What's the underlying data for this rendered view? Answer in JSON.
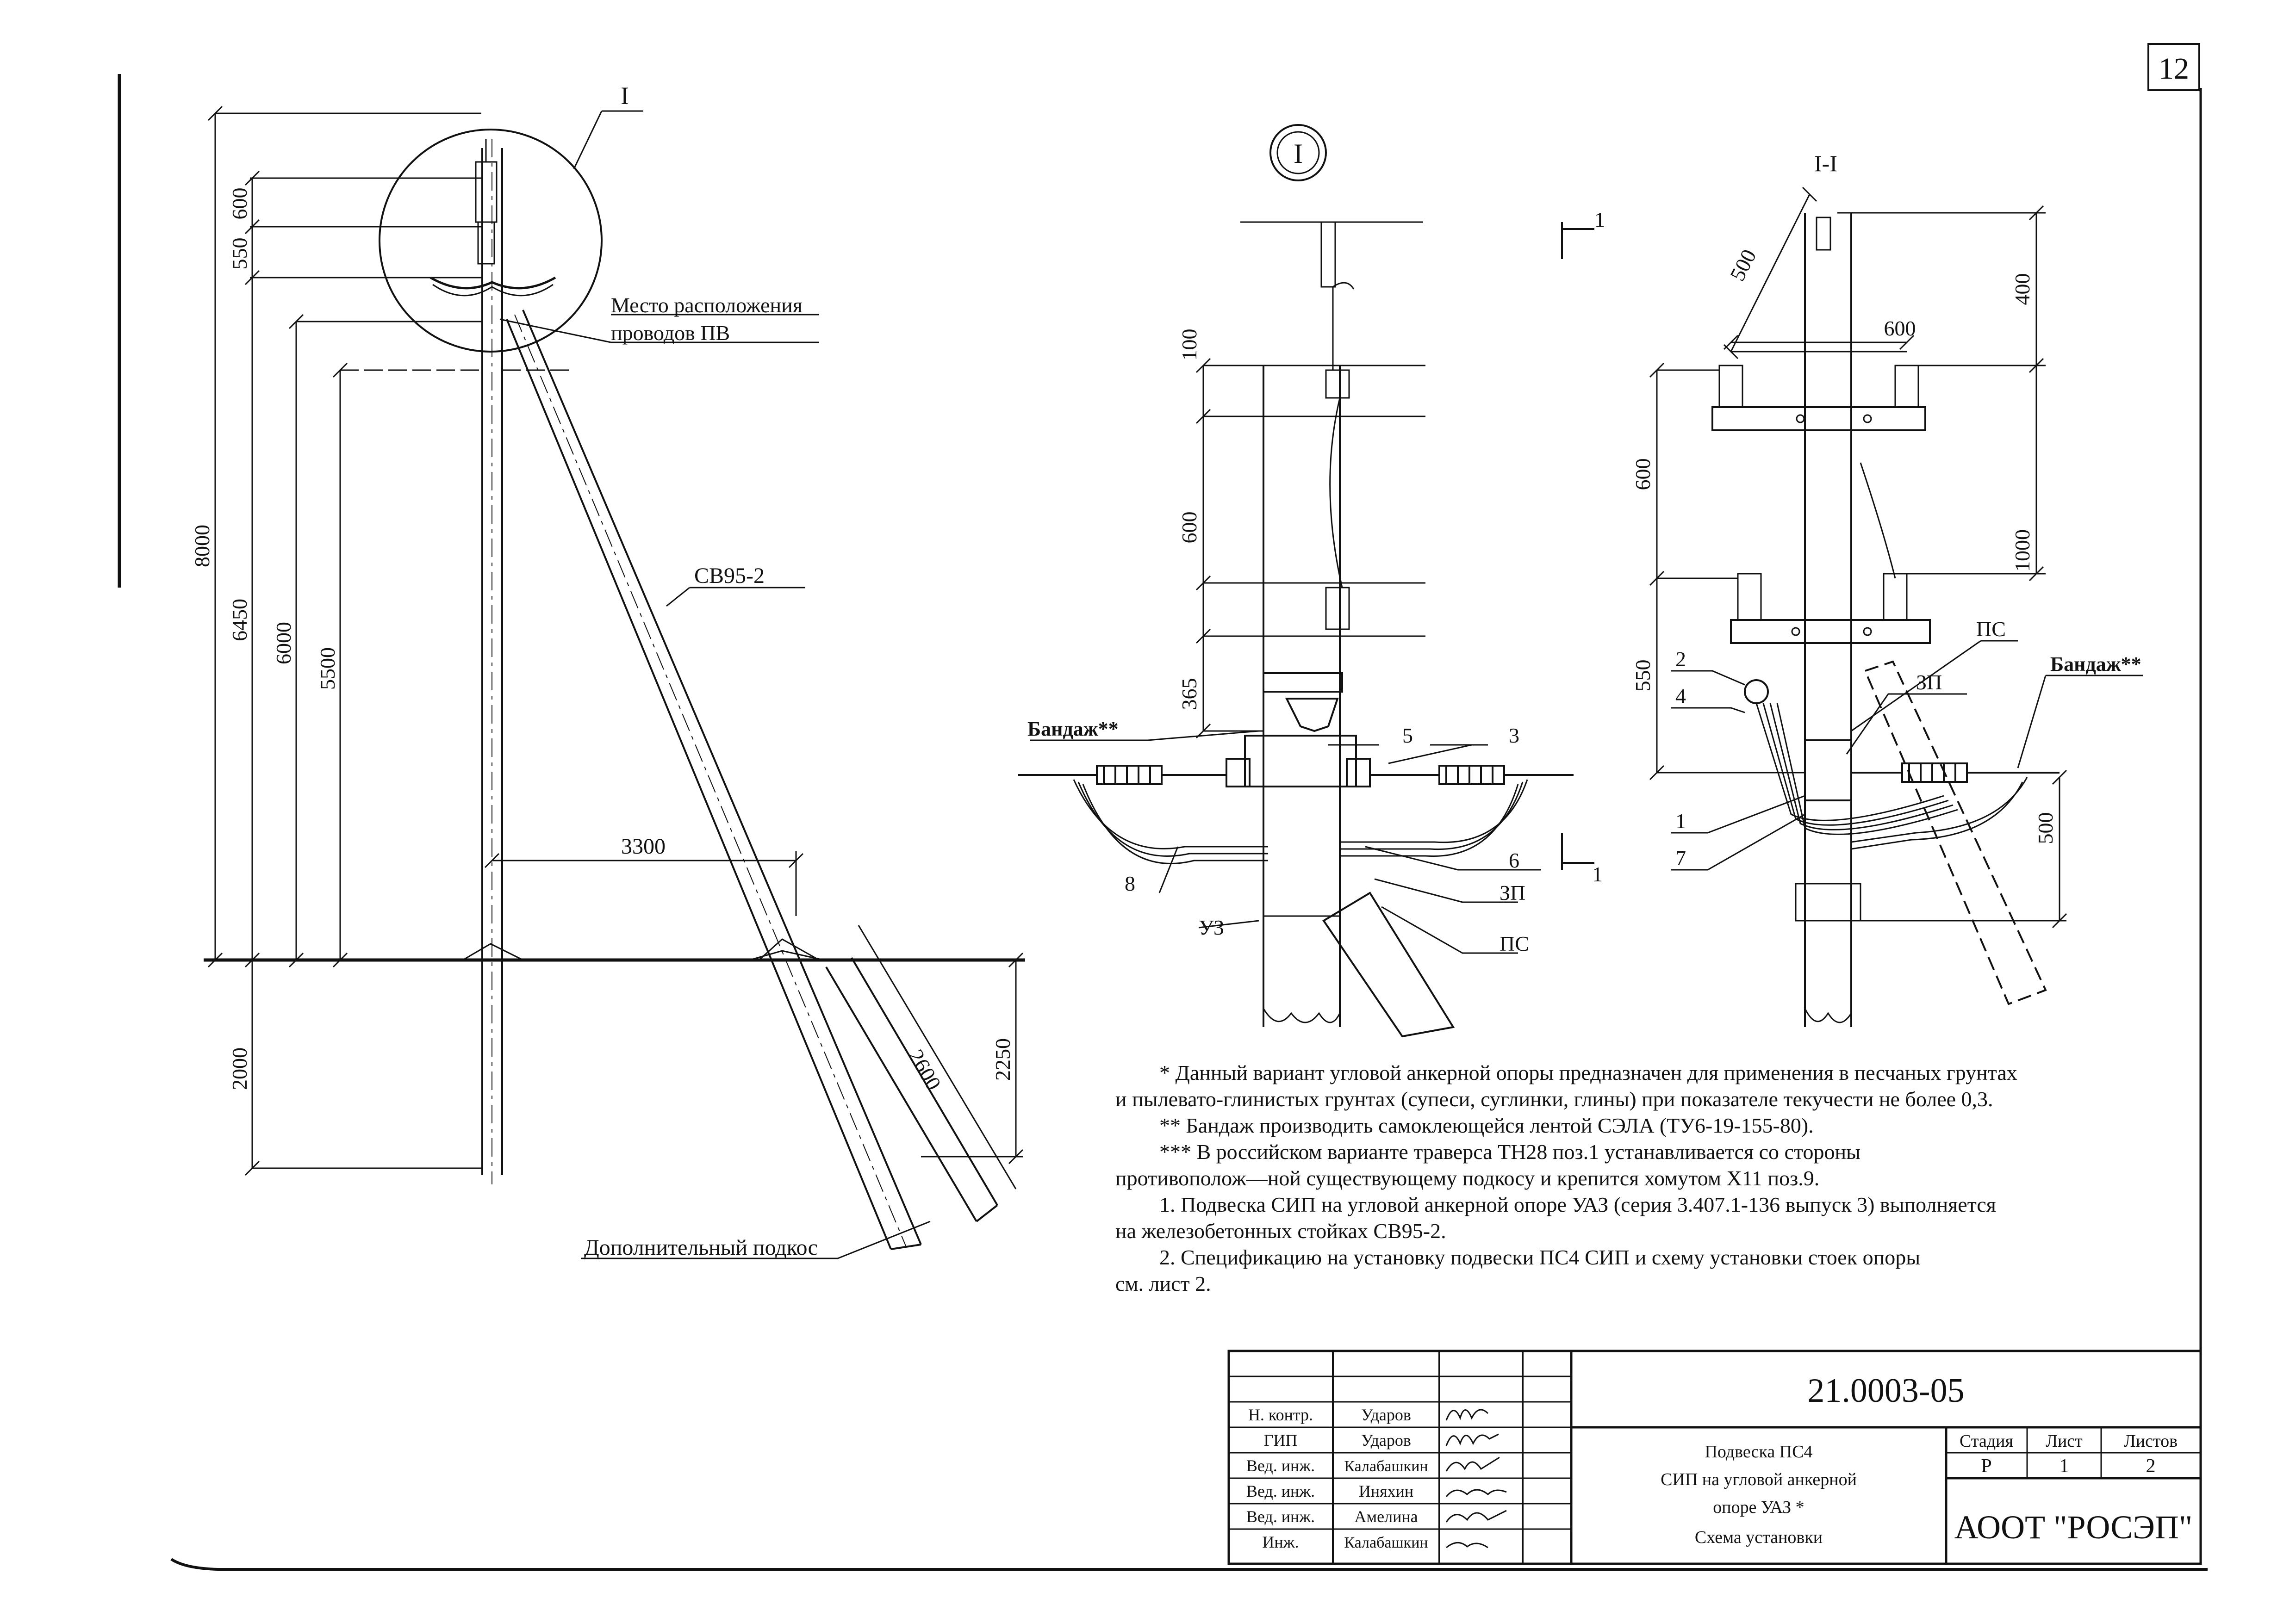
{
  "sheet": {
    "number": "12"
  },
  "left_view": {
    "detail_label": "I",
    "pole_label": "СВ95-2",
    "wire_location_label_1": "Место расположения",
    "wire_location_label_2": "проводов ПВ",
    "strut_label": "Дополнительный подкос",
    "dims": {
      "d600": "600",
      "d550": "550",
      "d8000": "8000",
      "d6450": "6450",
      "d6000": "6000",
      "d5500": "5500",
      "d3300": "3300",
      "d2000": "2000",
      "d2600": "2600",
      "d2250": "2250"
    }
  },
  "detail_view": {
    "label": "I",
    "section_mark": "1",
    "bandage": "Бандаж**",
    "dims": {
      "d100": "100",
      "d600": "600",
      "d365": "365"
    },
    "positions": {
      "p5": "5",
      "p3": "3",
      "p6": "6",
      "p8": "8"
    },
    "codes": {
      "zp": "ЗП",
      "ps": "ПС",
      "uz": "УЗ"
    }
  },
  "section_view": {
    "label": "I-I",
    "bandage": "Бандаж**",
    "dims": {
      "d500a": "500",
      "d400": "400",
      "d600h": "600",
      "d600v": "600",
      "d1000": "1000",
      "d550": "550",
      "d500b": "500"
    },
    "positions": {
      "p2": "2",
      "p4": "4",
      "p1": "1",
      "p7": "7"
    },
    "codes": {
      "ps": "ПС",
      "zp": "ЗП"
    }
  },
  "notes": [
    {
      "text": "* Данный вариант угловой анкерной опоры предназначен для применения в песчаных грунтах",
      "indent": true
    },
    {
      "text": "и пылевато-глинистых грунтах (супеси, суглинки, глины) при показателе текучести не более 0,3.",
      "indent": false
    },
    {
      "text": "** Бандаж производить самоклеющейся лентой СЭЛА (ТУ6-19-155-80).",
      "indent": true
    },
    {
      "text": "*** В российском варианте траверса ТН28 поз.1 устанавливается со стороны",
      "indent": true
    },
    {
      "text": "противополож—ной существующему подкосу и крепится хомутом Х11 поз.9.",
      "indent": false
    },
    {
      "text": "1. Подвеска СИП на угловой анкерной опоре УАЗ (серия 3.407.1-136 выпуск 3) выполняется",
      "indent": true
    },
    {
      "text": "на железобетонных стойках СВ95-2.",
      "indent": false
    },
    {
      "text": "2. Спецификацию на установку подвески ПС4 СИП и схему установки стоек опоры",
      "indent": true
    },
    {
      "text": "см. лист 2.",
      "indent": false
    }
  ],
  "title_block": {
    "code": "21.0003-05",
    "title_lines": [
      "Подвеска ПС4",
      "СИП на угловой анкерной",
      "опоре УАЗ *",
      "Схема установки"
    ],
    "roles": [
      {
        "role": "Н. контр.",
        "name": "Ударов"
      },
      {
        "role": "ГИП",
        "name": "Ударов"
      },
      {
        "role": "Вед. инж.",
        "name": "Калабашкин"
      },
      {
        "role": "Вед. инж.",
        "name": "Иняхин"
      },
      {
        "role": "Вед. инж.",
        "name": "Амелина"
      },
      {
        "role": "Инж.",
        "name": "Калабашкин"
      }
    ],
    "stage_header": "Стадия",
    "sheet_header": "Лист",
    "sheets_header": "Листов",
    "stage": "Р",
    "sheet": "1",
    "sheets": "2",
    "org": "АООТ \"РОСЭП\""
  }
}
